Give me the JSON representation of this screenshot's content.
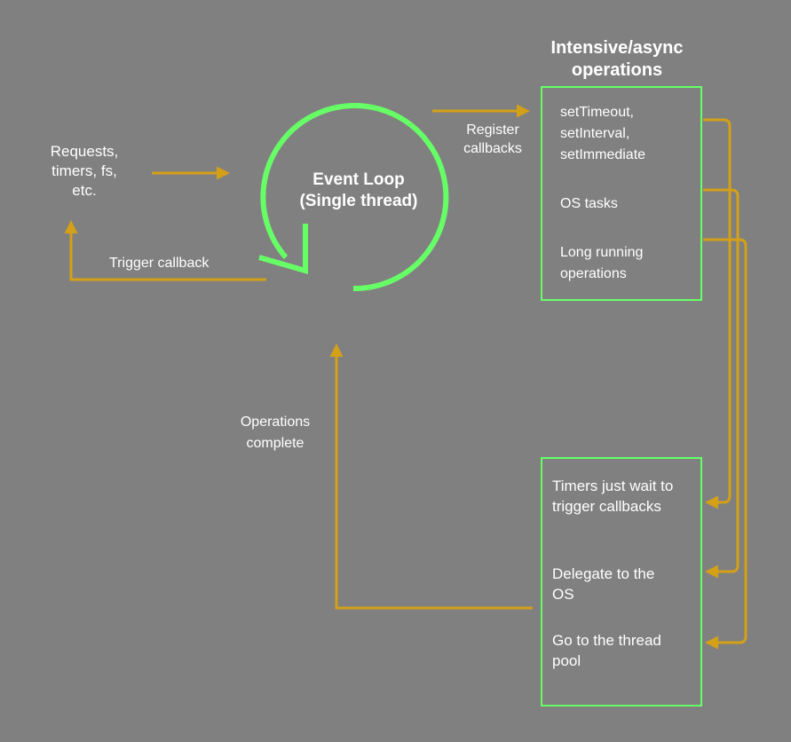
{
  "colors": {
    "background": "#808080",
    "arrow": "#D4A017",
    "loop": "#66FF66",
    "box_border": "#66FF66",
    "text": "#FFFFFF"
  },
  "inputs_label": [
    "Requests,",
    "timers, fs,",
    "etc."
  ],
  "trigger_callback_label": "Trigger callback",
  "event_loop": {
    "title": "Event Loop",
    "subtitle": "(Single thread)"
  },
  "register_label": [
    "Register",
    "callbacks"
  ],
  "async_box": {
    "heading": [
      "Intensive/async",
      "operations"
    ],
    "items": [
      [
        "setTimeout,",
        "setInterval,",
        "setImmediate"
      ],
      [
        "OS tasks"
      ],
      [
        "Long running",
        "operations"
      ]
    ]
  },
  "operations_complete_label": [
    "Operations",
    "complete"
  ],
  "handling_box": {
    "items": [
      [
        "Timers just wait to",
        "trigger callbacks"
      ],
      [
        "Delegate to the",
        "OS"
      ],
      [
        "Go to the thread",
        "pool"
      ]
    ]
  }
}
